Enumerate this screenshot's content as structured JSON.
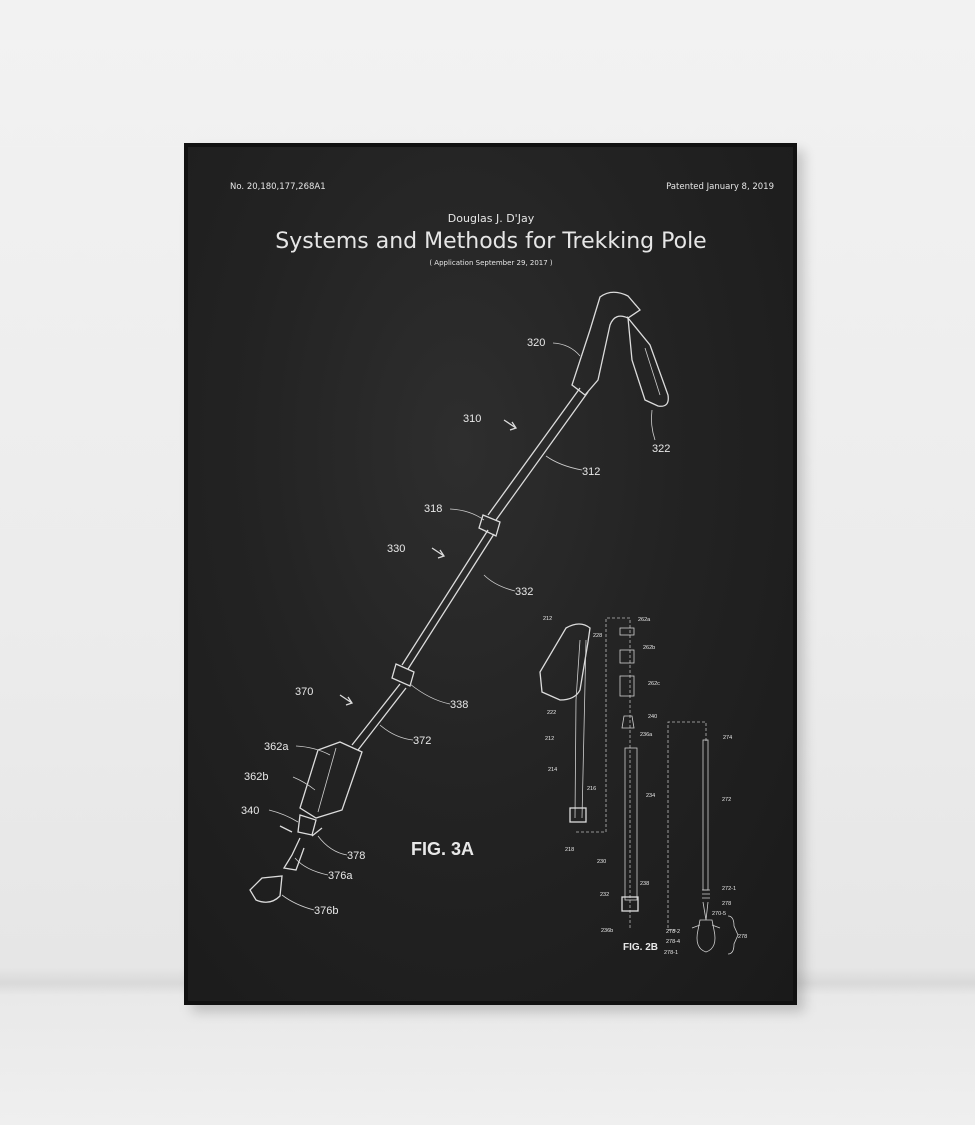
{
  "poster": {
    "patent_number": "No. 20,180,177,268A1",
    "patented_date": "Patented January 8, 2019",
    "inventor": "Douglas J. D'Jay",
    "title": "Systems and Methods for Trekking Pole",
    "application": "( Application September 29, 2017 )"
  },
  "fig3a": {
    "caption": "FIG. 3A",
    "labels": [
      "320",
      "310",
      "322",
      "312",
      "318",
      "330",
      "332",
      "370",
      "338",
      "372",
      "362a",
      "362b",
      "340",
      "378",
      "376a",
      "376b"
    ]
  },
  "fig2b": {
    "caption": "FIG. 2B",
    "labels": [
      "212",
      "228",
      "262a",
      "262b",
      "262c",
      "222",
      "240",
      "236a",
      "274",
      "212",
      "214",
      "216",
      "234",
      "272",
      "218",
      "230",
      "238",
      "232",
      "272-1",
      "278",
      "270-5",
      "236b",
      "278-2",
      "278-4",
      "278",
      "278-1"
    ]
  },
  "colors": {
    "wall": "#efefef",
    "frame": "#111111",
    "board": "#232323",
    "ink": "#e8e8e8"
  }
}
